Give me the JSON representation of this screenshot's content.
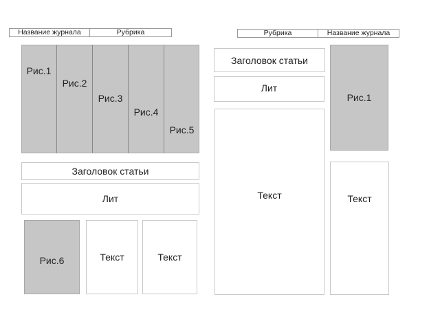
{
  "left_page": {
    "header": {
      "journal": "Название журнала",
      "rubric": "Рубрика"
    },
    "figures": [
      "Рис.1",
      "Рис.2",
      "Рис.3",
      "Рис.4",
      "Рис.5"
    ],
    "title": "Заголовок статьи",
    "lead": "Лит",
    "figure6": "Рис.6",
    "text1": "Текст",
    "text2": "Текст"
  },
  "right_page": {
    "header": {
      "rubric": "Рубрика",
      "journal": "Название журнала"
    },
    "title": "Заголовок статьи",
    "lead": "Лит",
    "text_main": "Текст",
    "figure1": "Рис.1",
    "text_side": "Текст"
  },
  "colors": {
    "figure_fill": "#c6c6c6"
  }
}
